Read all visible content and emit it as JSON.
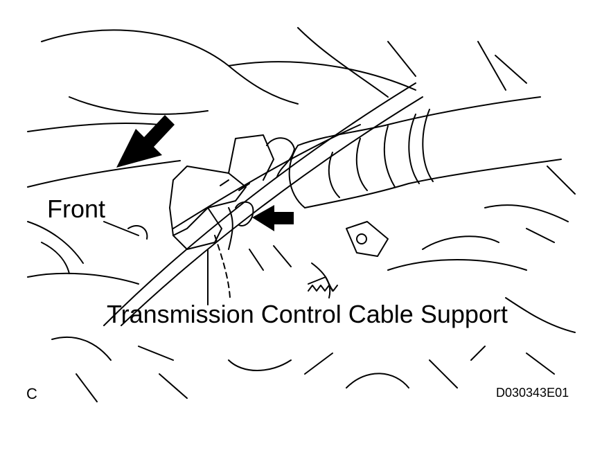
{
  "labels": {
    "front": "Front",
    "part": "Transmission Control Cable Support",
    "corner": "C",
    "code": "D030343E01"
  },
  "colors": {
    "ink": "#000000",
    "paper": "#ffffff"
  },
  "icons": {
    "front_direction": "arrow-down-left-icon",
    "clip_pointer": "arrow-left-icon"
  }
}
